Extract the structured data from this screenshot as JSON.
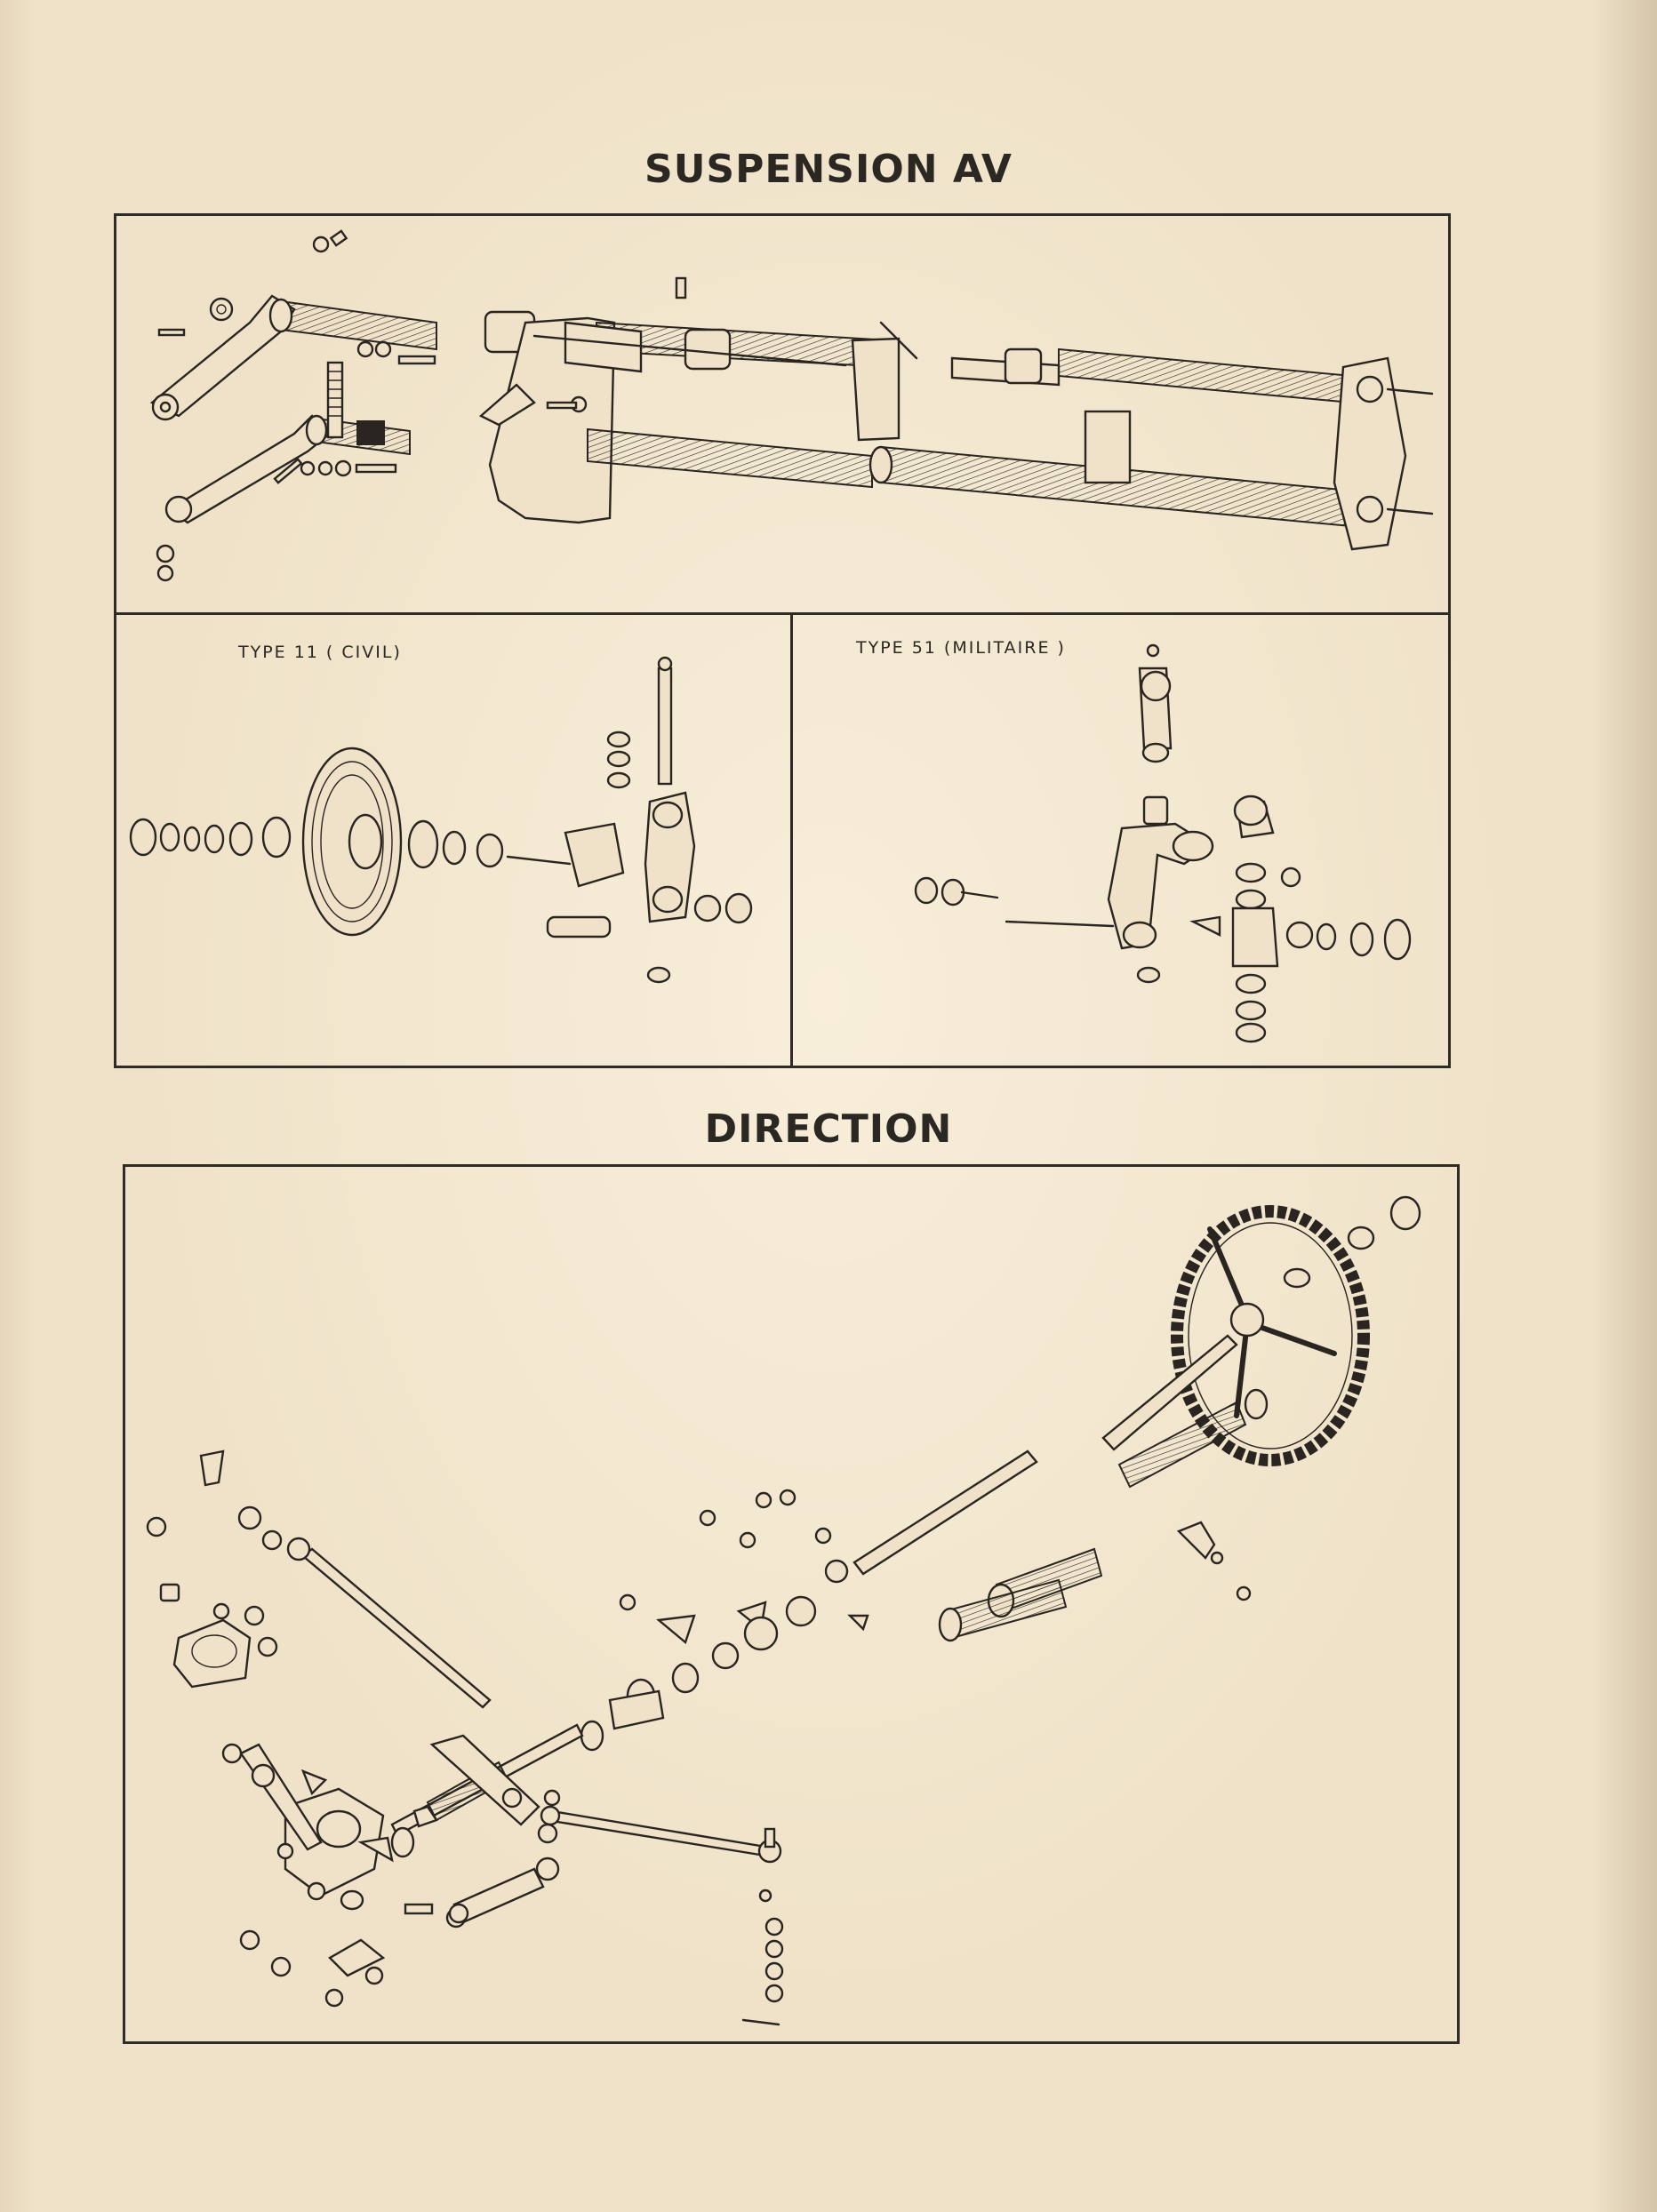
{
  "sections": {
    "suspension": {
      "title": "SUSPENSION AV",
      "type_civil_label": "TYPE 11  ( CIVIL)",
      "type_militaire_label": "TYPE 51  (MILITAIRE )"
    },
    "direction": {
      "title": "DIRECTION"
    }
  },
  "colors": {
    "paper": "#efe2c8",
    "ink": "#2a2520"
  },
  "icons": [
    "front-axle-exploded-drawing",
    "hub-civil-drawing",
    "hub-militaire-drawing",
    "steering-exploded-drawing",
    "steering-wheel-icon"
  ]
}
